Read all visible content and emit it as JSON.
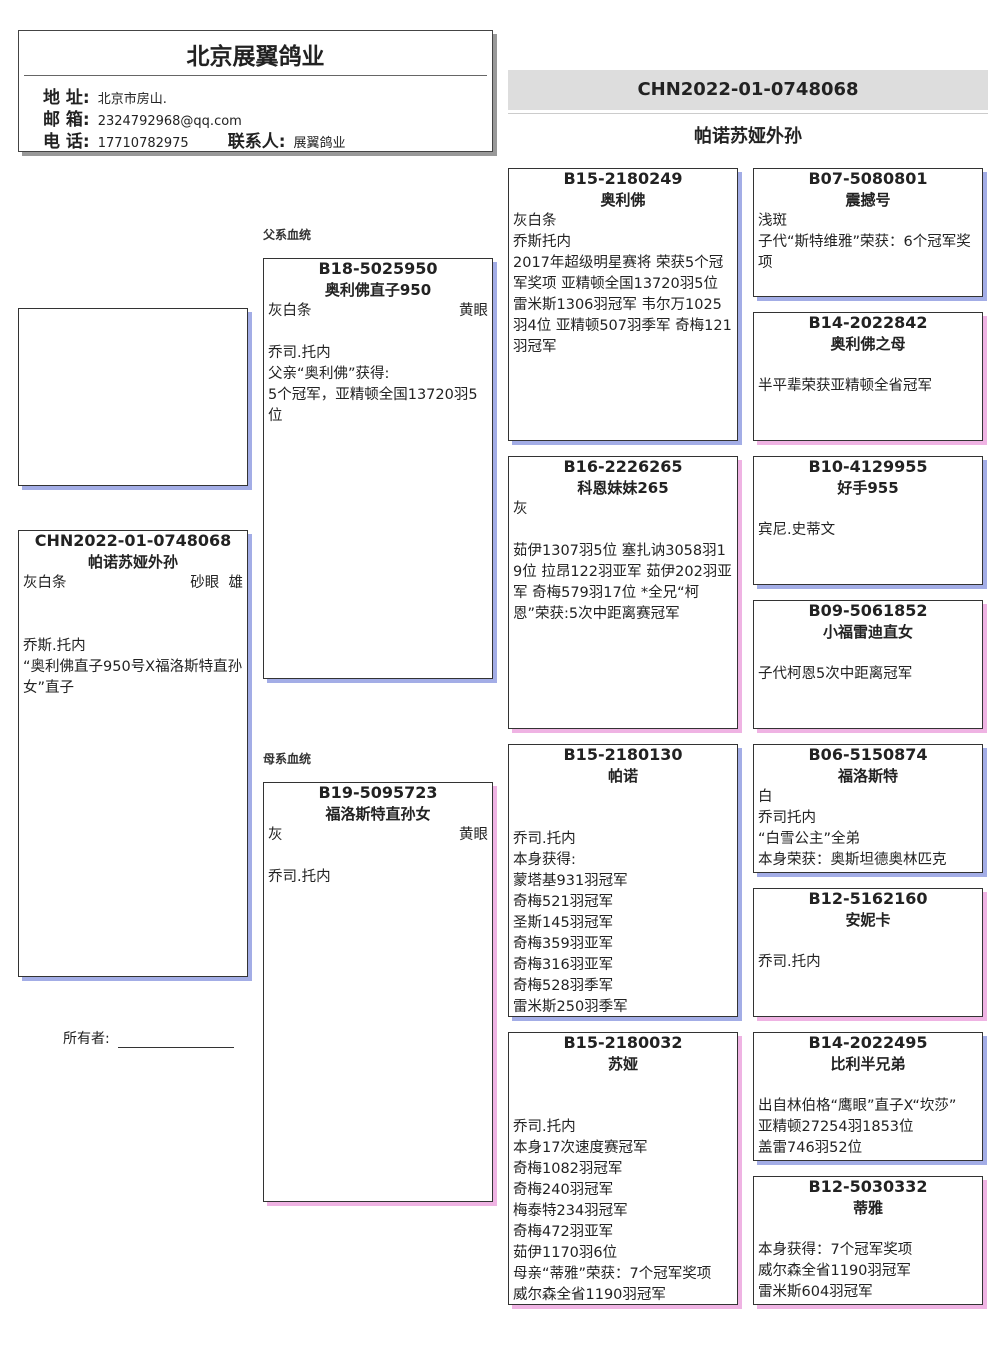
{
  "header": {
    "title": "北京展翼鸽业",
    "address_label": "地 址:",
    "address": "北京市房山.",
    "email_label": "邮 箱:",
    "email": "2324792968@qq.com",
    "phone_label": "电 话:",
    "phone": "17710782975",
    "contact_label": "联系人:",
    "contact": "展翼鸽业"
  },
  "top": {
    "ring": "CHN2022-01-0748068",
    "name": "帕诺苏娅外孙"
  },
  "labels": {
    "sire_line": "父系血统",
    "dam_line": "母系血统",
    "owner": "所有者:"
  },
  "colors": {
    "male_shadow": "#a3ade6",
    "female_shadow": "#efb3e3"
  },
  "cards": {
    "subject": {
      "ring": "CHN2022-01-0748068",
      "name": "帕诺苏娅外孙",
      "color": "灰白条",
      "eye": "砂眼  雄",
      "lines": [
        "",
        "",
        "乔斯.托内",
        "“奥利佛直子950号X福洛斯特直孙女”直子"
      ]
    },
    "sire": {
      "ring": "B18-5025950",
      "name": "奥利佛直子950",
      "color": "灰白条",
      "eye": "黄眼",
      "lines": [
        "",
        "乔司.托内",
        "父亲“奥利佛”获得:",
        "5个冠军，亚精顿全国13720羽5位"
      ]
    },
    "dam": {
      "ring": "B19-5095723",
      "name": "福洛斯特直孙女",
      "color": "灰",
      "eye": "黄眼",
      "lines": [
        "",
        "乔司.托内"
      ]
    },
    "ss": {
      "ring": "B15-2180249",
      "name": "奥利佛",
      "lines": [
        "灰白条",
        "乔斯托内",
        "2017年超级明星赛将 荣获5个冠军奖项 亚精顿全国13720羽5位 雷米斯1306羽冠军 韦尔万1025羽4位 亚精顿507羽季军 奇梅121羽冠军"
      ]
    },
    "sd": {
      "ring": "B16-2226265",
      "name": "科恩妹妹265",
      "lines": [
        "灰",
        "",
        "茹伊1307羽5位 塞扎讷3058羽19位 拉昂122羽亚军 茹伊202羽亚军 奇梅579羽17位  *全兄“柯恩”荣获:5次中距离赛冠军"
      ]
    },
    "ds": {
      "ring": "B15-2180130",
      "name": "帕诺",
      "lines": [
        "",
        "",
        "乔司.托内",
        "本身获得:",
        "蒙塔基931羽冠军",
        "奇梅521羽冠军",
        "圣斯145羽冠军",
        "奇梅359羽亚军",
        "奇梅316羽亚军",
        "奇梅528羽季军",
        "雷米斯250羽季军"
      ]
    },
    "dd": {
      "ring": "B15-2180032",
      "name": "苏娅",
      "lines": [
        "",
        "",
        "乔司.托内",
        "本身17次速度赛冠军",
        "奇梅1082羽冠军",
        "奇梅240羽冠军",
        "梅泰特234羽冠军",
        "奇梅472羽亚军",
        "茹伊1170羽6位",
        "母亲“蒂雅”荣获：7个冠军奖项",
        "威尔森全省1190羽冠军"
      ]
    },
    "sss": {
      "ring": "B07-5080801",
      "name": "震撼号",
      "lines": [
        "浅斑",
        "子代“斯特维雅”荣获：6个冠军奖项"
      ]
    },
    "ssd": {
      "ring": "B14-2022842",
      "name": "奥利佛之母",
      "lines": [
        "",
        "半平辈荣获亚精顿全省冠军"
      ]
    },
    "sds": {
      "ring": "B10-4129955",
      "name": "好手955",
      "lines": [
        "",
        "宾尼.史蒂文"
      ]
    },
    "sdd": {
      "ring": "B09-5061852",
      "name": "小福雷迪直女",
      "lines": [
        "",
        "子代柯恩5次中距离冠军"
      ]
    },
    "dss": {
      "ring": "B06-5150874",
      "name": "福洛斯特",
      "lines": [
        "白",
        "乔司托内",
        "“白雪公主”全弟",
        "本身荣获：奥斯坦德奥林匹克"
      ]
    },
    "dsd": {
      "ring": "B12-5162160",
      "name": "安妮卡",
      "lines": [
        "",
        "乔司.托内"
      ]
    },
    "dds": {
      "ring": "B14-2022495",
      "name": "比利半兄弟",
      "lines": [
        "",
        "出自林伯格“鹰眼”直子X“坎莎”",
        "亚精顿27254羽1853位",
        "盖雷746羽52位"
      ]
    },
    "ddd": {
      "ring": "B12-5030332",
      "name": "蒂雅",
      "lines": [
        "",
        "本身获得：7个冠军奖项",
        "威尔森全省1190羽冠军",
        "雷米斯604羽冠军"
      ]
    }
  }
}
